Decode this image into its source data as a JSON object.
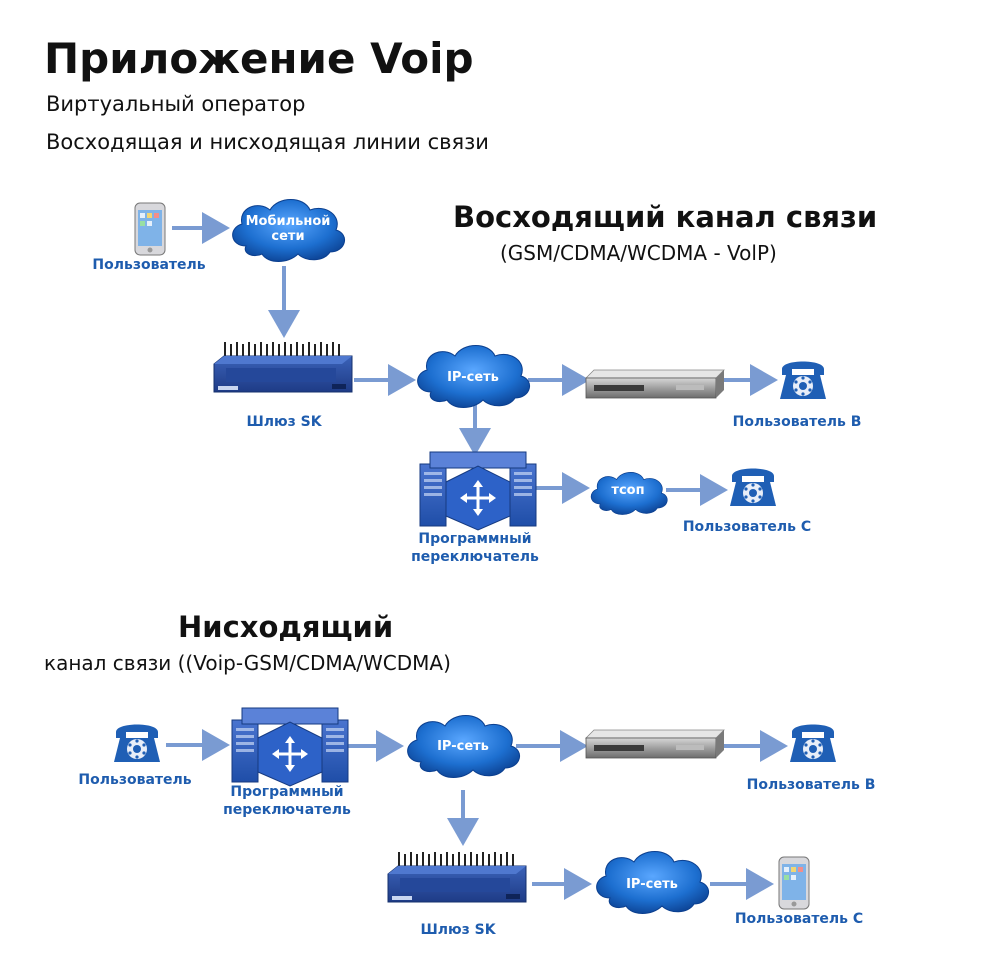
{
  "header": {
    "title": "Приложение Voip",
    "subtitle1": "Виртуальный оператор",
    "subtitle2": "Восходящая и нисходящая линии связи"
  },
  "uplink": {
    "title": "Восходящий канал связи",
    "subtitle": "(GSM/CDMA/WCDMA - VolP)",
    "user_label": "Пользователь",
    "mobile_cloud": "Мобильной сети",
    "gateway_label": "Шлюз SK",
    "ip_cloud": "IP-сеть",
    "user_b_label": "Пользователь B",
    "switch_label_1": "Программный",
    "switch_label_2": "переключатель",
    "pstn_cloud": "тсоп",
    "user_c_label": "Пользователь C"
  },
  "downlink": {
    "title": "Нисходящий",
    "subtitle": "канал связи ((Voip-GSM/CDMA/WCDMA)",
    "user_label": "Пользователь",
    "switch_label_1": "Программный",
    "switch_label_2": "переключатель",
    "ip_cloud": "IP-сеть",
    "user_b_label": "Пользователь B",
    "gateway_label": "Шлюз SK",
    "ip_cloud_2": "IP-сеть",
    "user_c_label": "Пользователь C"
  },
  "colors": {
    "arrow": "#7a9bd2",
    "label": "#1e5cae",
    "cloud": "#1d6fd0",
    "device_blue": "#2f55a8",
    "phone_blue": "#1f5fb5"
  }
}
